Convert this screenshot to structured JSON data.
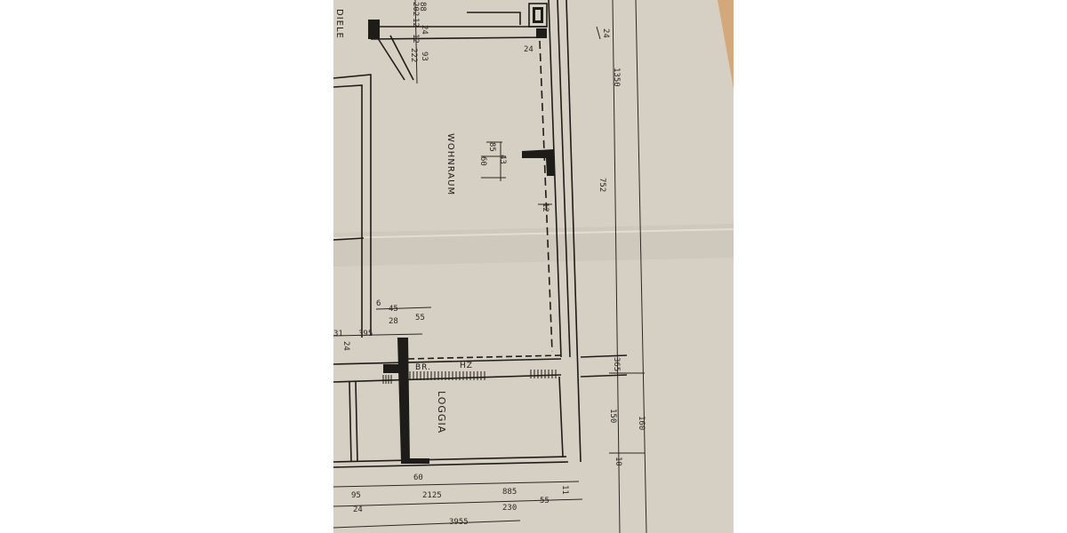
{
  "photo": {
    "subject": "floor plan sheet",
    "colors": {
      "background": "#ffffff",
      "paper": "#d6cfc4",
      "paper_shade": "#cbc3b6",
      "table": "#d3a97c",
      "ink": "#1e1c19"
    }
  },
  "plan": {
    "rooms": {
      "diele": "DIELE",
      "wohnraum": "WOHNRAUM",
      "loggia": "LOGGIA"
    },
    "fixtures": {
      "br": "BR.",
      "hz": "HZ"
    },
    "dimensions": {
      "d88": "88",
      "d202": "202",
      "d24a": "24",
      "d24b": "24",
      "d24c": "24",
      "d12a": "12",
      "d12b": "12",
      "d93": "93",
      "d222": "222",
      "d1350": "1350",
      "d752": "752",
      "d85": "85",
      "d60a": "60",
      "d43": "43",
      "d12c": "12",
      "d6": "6",
      "d45": "45",
      "d28": "28",
      "d55a": "55",
      "d395a": "395",
      "d31": "31",
      "d24d": "24",
      "d365": "365",
      "d150": "150",
      "d160": "160",
      "d10": "10",
      "d60b": "60",
      "d2125": "2125",
      "d885": "885",
      "d230": "230",
      "d55b": "55",
      "d95": "95",
      "d24e": "24",
      "d3955": "3955",
      "d11": "11"
    }
  }
}
